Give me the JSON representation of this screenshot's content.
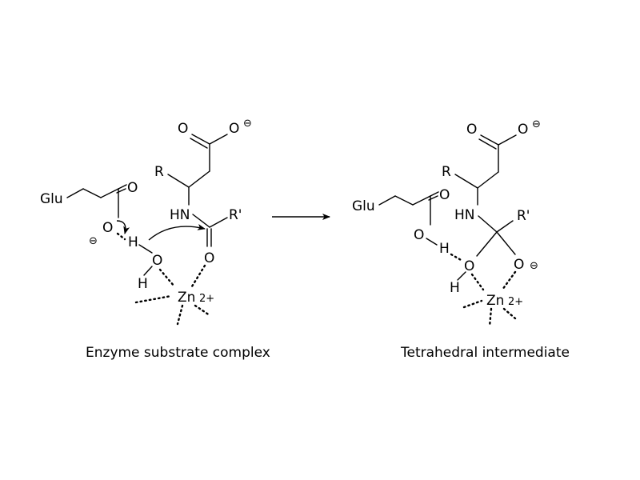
{
  "left_structure": {
    "glu_label": "Glu",
    "glu_carbonyl_o": "O",
    "glu_anion_o": "O",
    "glu_charge": "⊖",
    "h_bridge": "H",
    "water_o": "O",
    "water_h": "H",
    "carboxylate_o1": "O",
    "carboxylate_o2": "O",
    "carboxylate_charge": "⊖",
    "r_group": "R",
    "hn_label": "HN",
    "r_prime": "R'",
    "peptide_o": "O",
    "zinc": "Zn",
    "zinc_charge": "2+"
  },
  "right_structure": {
    "glu_label": "Glu",
    "glu_carbonyl_o": "O",
    "glu_oh_o": "O",
    "h_bridge": "H",
    "hydroxyl_o": "O",
    "hydroxyl_h": "H",
    "carboxylate_o1": "O",
    "carboxylate_o2": "O",
    "carboxylate_charge": "⊖",
    "r_group": "R",
    "hn_label": "HN",
    "r_prime": "R'",
    "oxyanion_o": "O",
    "oxyanion_charge": "⊖",
    "zinc": "Zn",
    "zinc_charge": "2+"
  },
  "captions": {
    "left": "Enzyme substrate complex",
    "right": "Tetrahedral intermediate"
  }
}
